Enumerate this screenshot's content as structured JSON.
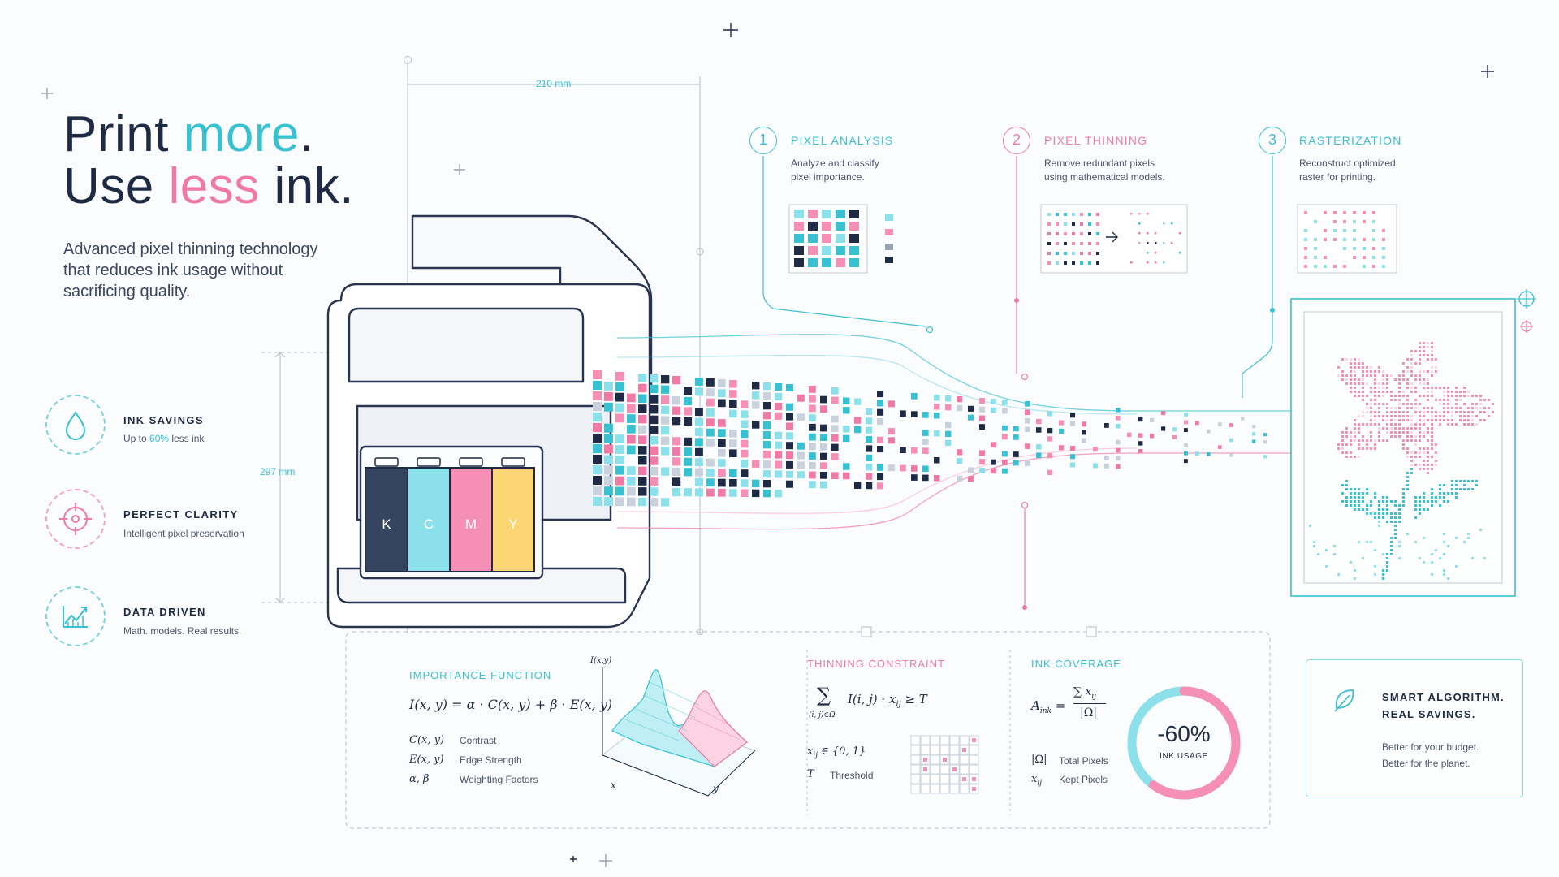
{
  "colors": {
    "navy": "#1f2a44",
    "teal": "#38c1d0",
    "pink": "#f07aa6",
    "yellow": "#fcd673",
    "cyan_ink": "#8ce0ea",
    "magenta_ink": "#f58fb6"
  },
  "hero": {
    "line1_a": "Print ",
    "line1_b": "more",
    "line1_c": ".",
    "line2_a": "Use ",
    "line2_b": "less",
    "line2_c": " ink.",
    "lead": "Advanced pixel thinning technology that reduces ink usage without sacrificing quality."
  },
  "features": [
    {
      "icon": "ink-drop-icon",
      "title": "INK SAVINGS",
      "sub_a": "Up to ",
      "sub_b": "60%",
      "sub_c": " less ink"
    },
    {
      "icon": "target-icon",
      "title": "PERFECT CLARITY",
      "sub": "Intelligent pixel preservation"
    },
    {
      "icon": "growth-chart-icon",
      "title": "DATA DRIVEN",
      "sub": "Math. models. Real results."
    }
  ],
  "dimensions": {
    "width": "210 mm",
    "height": "297 mm"
  },
  "cartridges": [
    "K",
    "C",
    "M",
    "Y"
  ],
  "steps": [
    {
      "num": "1",
      "title": "PIXEL ANALYSIS",
      "desc1": "Analyze and classify",
      "desc2": "pixel importance."
    },
    {
      "num": "2",
      "title": "PIXEL THINNING",
      "desc1": "Remove redundant pixels",
      "desc2": "using mathematical models."
    },
    {
      "num": "3",
      "title": "RASTERIZATION",
      "desc1": "Reconstruct optimized",
      "desc2": "raster for printing."
    }
  ],
  "importance": {
    "title": "IMPORTANCE FUNCTION",
    "formula": "I(x, y) = α · C(x, y) + β · E(x, y)",
    "axis_z": "I(x,y)",
    "axis_x": "x",
    "axis_y": "y",
    "legend": [
      {
        "sym": "C(x, y)",
        "label": "Contrast"
      },
      {
        "sym": "E(x, y)",
        "label": "Edge Strength"
      },
      {
        "sym": "α, β",
        "label": "Weighting Factors"
      }
    ]
  },
  "thinning": {
    "title": "THINNING CONSTRAINT",
    "sum_sym": "∑",
    "formula": "I(i, j) · x",
    "sub": "ij",
    "rhs": " ≥ T",
    "under": "(i, j)∈Ω",
    "legend": [
      {
        "sym": "x",
        "sub": "ij",
        "rest": " ∈ {0, 1}",
        "label": ""
      },
      {
        "sym": "T",
        "sub": "",
        "rest": "",
        "label": "Threshold"
      }
    ]
  },
  "coverage": {
    "title": "INK COVERAGE",
    "lhs": "A",
    "lhs_sub": "ink",
    "eq": " =",
    "num": "∑ x",
    "num_sub": "ij",
    "den": "|Ω|",
    "legend": [
      {
        "sym": "|Ω|",
        "sub": "",
        "label": "Total Pixels"
      },
      {
        "sym": "x",
        "sub": "ij",
        "label": "Kept Pixels"
      }
    ],
    "value": "-60%",
    "value_label": "INK USAGE",
    "usage_fraction": 0.6
  },
  "cta": {
    "icon": "leaf-icon",
    "title1": "SMART ALGORITHM.",
    "title2": "REAL SAVINGS.",
    "sub1": "Better for your budget.",
    "sub2": "Better for the planet."
  }
}
